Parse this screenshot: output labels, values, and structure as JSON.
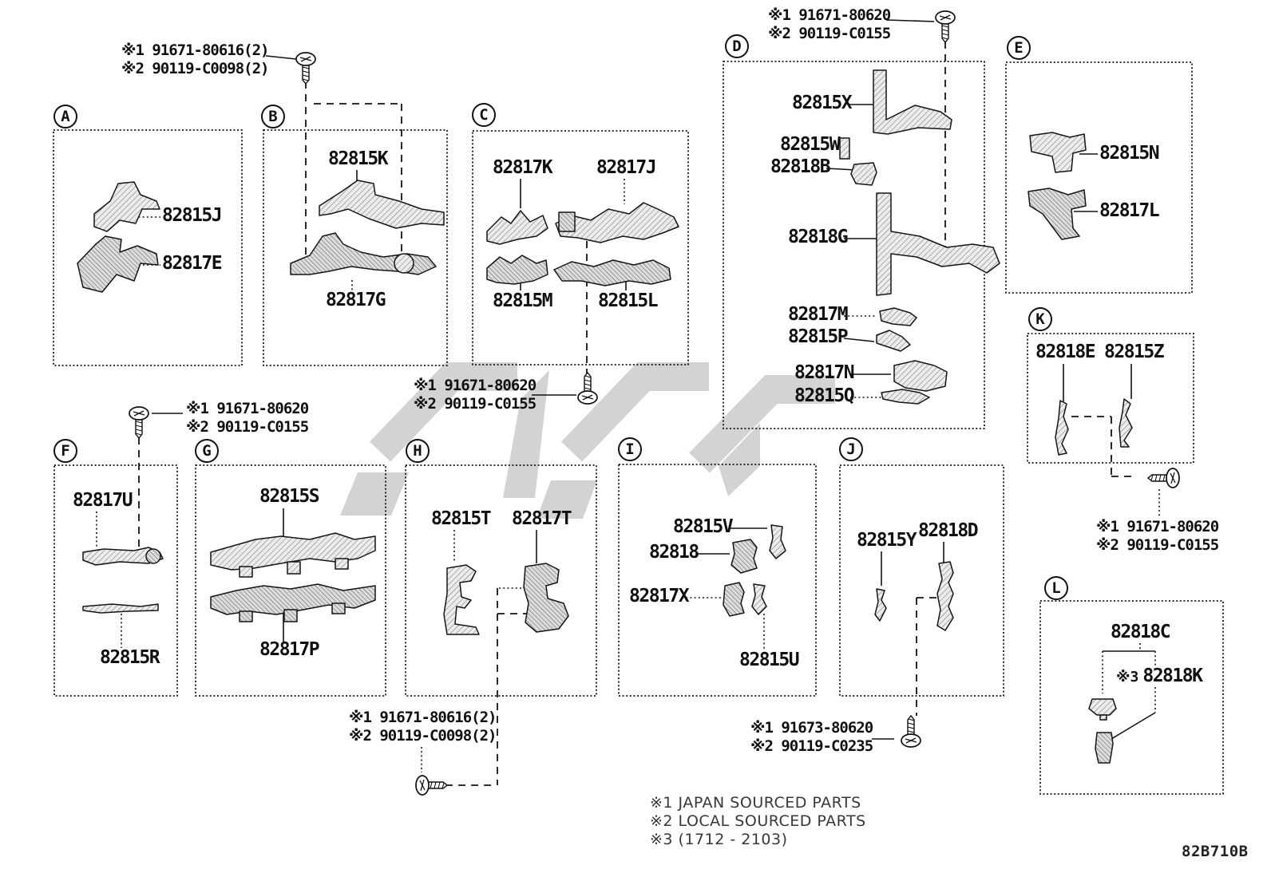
{
  "sections": {
    "a": {
      "letter": "A",
      "p1": "82815J",
      "p2": "82817E"
    },
    "b": {
      "letter": "B",
      "p1": "82815K",
      "p2": "82817G"
    },
    "c": {
      "letter": "C",
      "p1": "82817K",
      "p2": "82817J",
      "p3": "82815M",
      "p4": "82815L"
    },
    "d": {
      "letter": "D",
      "p1": "82815X",
      "p2": "82815W",
      "p3": "82818B",
      "p4": "82818G",
      "p5": "82817M",
      "p6": "82815P",
      "p7": "82817N",
      "p8": "82815Q"
    },
    "e": {
      "letter": "E",
      "p1": "82815N",
      "p2": "82817L"
    },
    "f": {
      "letter": "F",
      "p1": "82817U",
      "p2": "82815R"
    },
    "g": {
      "letter": "G",
      "p1": "82815S",
      "p2": "82817P"
    },
    "h": {
      "letter": "H",
      "p1": "82815T",
      "p2": "82817T"
    },
    "i": {
      "letter": "I",
      "p1": "82815V",
      "p2": "82818",
      "p3": "82817X",
      "p4": "82815U"
    },
    "j": {
      "letter": "J",
      "p1": "82815Y",
      "p2": "82818D"
    },
    "k": {
      "letter": "K",
      "p1": "82818E",
      "p2": "82815Z"
    },
    "l": {
      "letter": "L",
      "p1": "82818C",
      "p2_mark": "※3",
      "p2": "82818K"
    }
  },
  "notes": {
    "top_left": {
      "l1": "※1 91671-80616(2)",
      "l2": "※2 90119-C0098(2)"
    },
    "d_top": {
      "l1": "※1 91671-80620",
      "l2": "※2 90119-C0155"
    },
    "c_bottom": {
      "l1": "※1 91671-80620",
      "l2": "※2 90119-C0155"
    },
    "f_top": {
      "l1": "※1 91671-80620",
      "l2": "※2 90119-C0155"
    },
    "h_bottom": {
      "l1": "※1 91671-80616(2)",
      "l2": "※2 90119-C0098(2)"
    },
    "j_bottom": {
      "l1": "※1 91673-80620",
      "l2": "※2 90119-C0235"
    },
    "k_right": {
      "l1": "※1 91671-80620",
      "l2": "※2 90119-C0155"
    }
  },
  "legend": {
    "l1": "※1 JAPAN SOURCED PARTS",
    "l2": "※2 LOCAL SOURCED PARTS",
    "l3": "※3 (1712 - 2103)"
  },
  "diagram_code": "82B710B",
  "colors": {
    "ink": "#111111",
    "watermark": "#c9c9c9"
  }
}
